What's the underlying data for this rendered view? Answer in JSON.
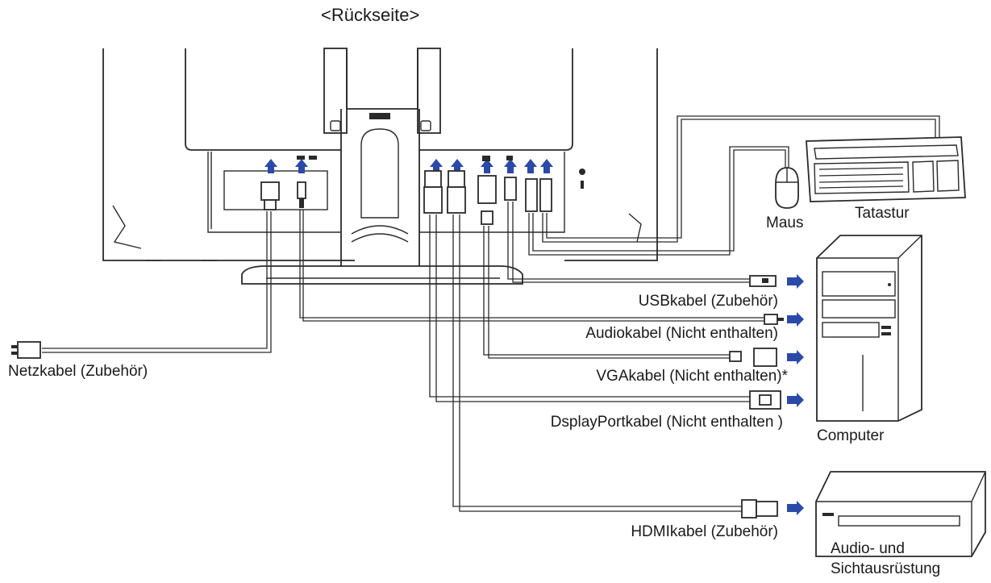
{
  "diagram": {
    "title": "<Rückseite>",
    "cables": [
      {
        "id": "usb",
        "label": "USBkabel (Zubehör)"
      },
      {
        "id": "audio",
        "label": "Audiokabel (Nicht enthalten)"
      },
      {
        "id": "vga",
        "label": "VGAkabel (Nicht enthalten)*"
      },
      {
        "id": "dp",
        "label": "DsplayPortkabel (Nicht enthalten )"
      },
      {
        "id": "hdmi",
        "label": "HDMIkabel (Zubehör)"
      },
      {
        "id": "power",
        "label": "Netzkabel (Zubehör)"
      }
    ],
    "devices": {
      "mouse": "Maus",
      "keyboard": "Tatastur",
      "computer": "Computer",
      "av_line1": "Audio- und",
      "av_line2": "Sichtausrüstung"
    },
    "colors": {
      "arrow": "#2b4aa8",
      "line": "#2a2a2a"
    }
  }
}
